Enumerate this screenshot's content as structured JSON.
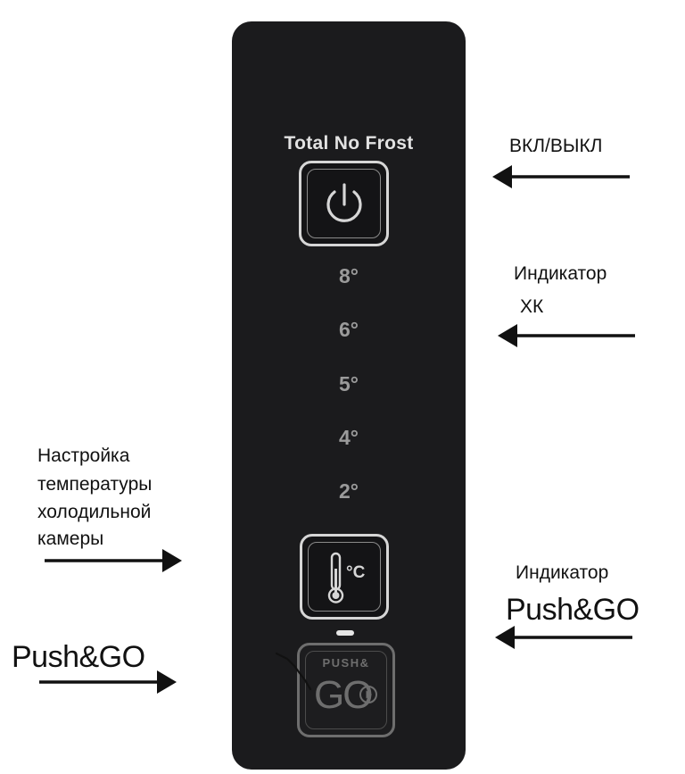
{
  "panel": {
    "brand_title": "Total No Frost",
    "power_button": {
      "icon": "power-icon"
    },
    "temperature_levels": [
      "8°",
      "6°",
      "5°",
      "4°",
      "2°"
    ],
    "temperature_button": {
      "icon": "thermometer-icon",
      "unit": "°C"
    },
    "push_go_button": {
      "top_text": "PUSH&",
      "bottom_text": "GO",
      "icon": "play-icon"
    }
  },
  "annotations": {
    "power": "ВКЛ/ВЫКЛ",
    "indicator_fridge_line1": "Индикатор",
    "indicator_fridge_line2": "ХК",
    "temp_setting_line1": "Настройка",
    "temp_setting_line2": "температуры",
    "temp_setting_line3": "холодильной",
    "temp_setting_line4": "камеры",
    "indicator_push_line1": "Индикатор",
    "indicator_push_line2": "Push&GO",
    "push_go": "Push&GO"
  },
  "colors": {
    "panel_bg": "#1b1b1d",
    "button_border": "#d6d6d6",
    "level_text": "#9b9b9b",
    "annotation_text": "#111111"
  }
}
